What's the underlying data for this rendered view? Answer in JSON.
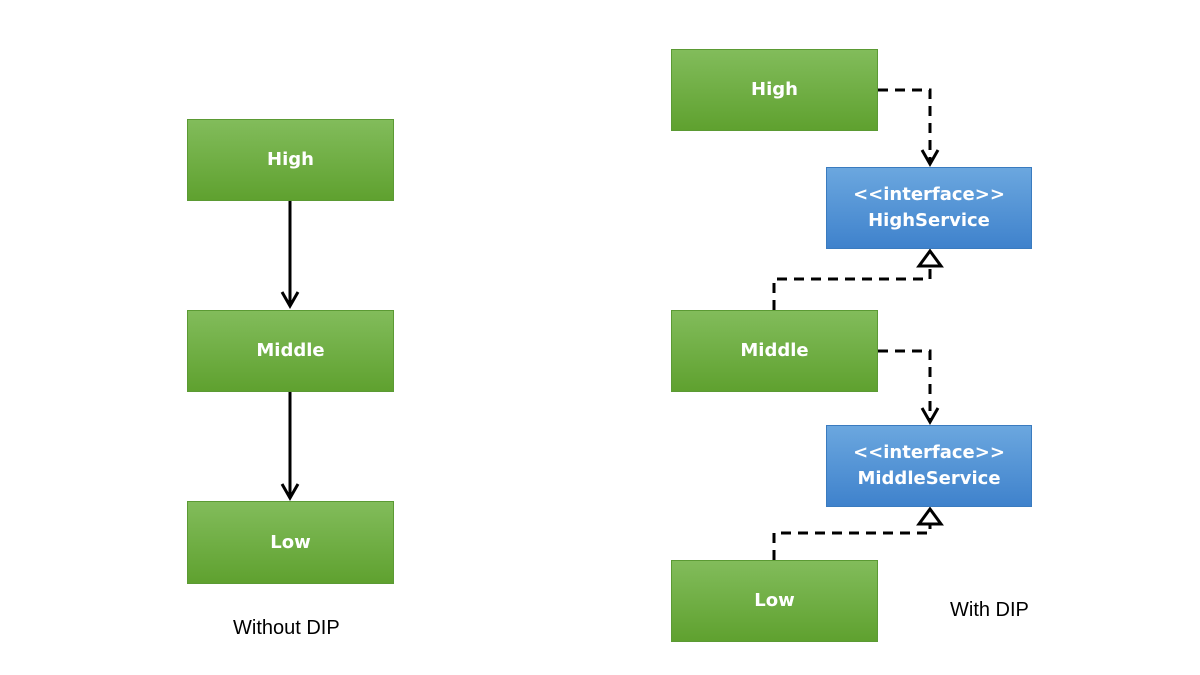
{
  "without_dip": {
    "caption": "Without DIP",
    "high": "High",
    "middle": "Middle",
    "low": "Low"
  },
  "with_dip": {
    "caption": "With DIP",
    "high": "High",
    "middle": "Middle",
    "low": "Low",
    "high_service": {
      "stereotype": "<<interface>>",
      "name": "HighService"
    },
    "middle_service": {
      "stereotype": "<<interface>>",
      "name": "MiddleService"
    }
  },
  "colors": {
    "module_green": "#6aac3e",
    "interface_blue": "#4e8fd6",
    "connector": "#000000"
  }
}
